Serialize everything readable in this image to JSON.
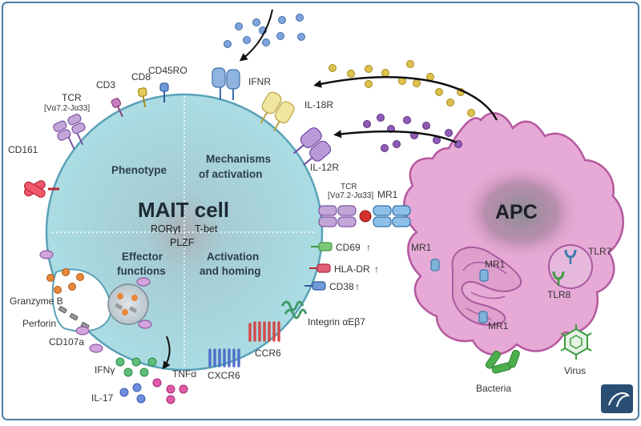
{
  "cell": {
    "title": "MAIT cell",
    "tf_rorgt": "RORγt",
    "tf_tbet": "T-bet",
    "tf_plzf": "PLZF"
  },
  "quadrants": {
    "phenotype": "Phenotype",
    "mechanisms_1": "Mechanisms",
    "mechanisms_2": "of activation",
    "effector_1": "Effector",
    "effector_2": "functions",
    "activation_1": "Activation",
    "activation_2": "and homing"
  },
  "markers": {
    "tcr_1": "TCR",
    "tcr_2": "[Vα7.2-Jα33]",
    "cd3": "CD3",
    "cd8": "CD8",
    "cd45ro": "CD45RO",
    "cd161": "CD161",
    "ifnr": "IFNR",
    "il18r": "IL-18R",
    "il12r": "IL-12R",
    "tcr_right_1": "TCR",
    "tcr_right_2": "[Vα7.2-Jα33]",
    "mr1": "MR1",
    "cd69": "CD69",
    "hla_dr": "HLA-DR",
    "cd38": "CD38",
    "up_arrow": "↑",
    "integrin": "Integrin αEβ7",
    "ccr6": "CCR6",
    "cxcr6": "CXCR6"
  },
  "effectors": {
    "granzyme": "Granzyme B",
    "perforin": "Perforin",
    "cd107a": "CD107a",
    "ifng": "IFNγ",
    "tnfa": "TNFα",
    "il17": "IL-17"
  },
  "apc": {
    "title": "APC",
    "mr1_a": "MR1",
    "mr1_b": "MR1",
    "mr1_c": "MR1",
    "tlr7": "TLR7",
    "tlr8": "TLR8",
    "bacteria": "Bacteria",
    "virus": "Virus"
  },
  "colors": {
    "frame": "#4c7fa6",
    "cell_fill": "#a9dbe2",
    "cell_stroke": "#5aa1b8",
    "apc_fill": "#e7a8d4",
    "apc_stroke": "#b4589e",
    "yellow_ligand": "#d6ba45",
    "purple_ligand": "#7e4ea3",
    "blue_ligand": "#6c95d1",
    "ifng": "#4fae6b",
    "tnfa": "#d23f95",
    "il17": "#5878c6"
  }
}
